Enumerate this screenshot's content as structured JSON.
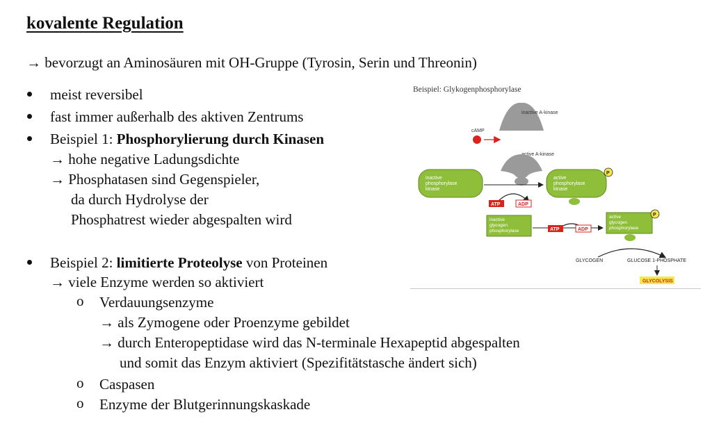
{
  "title": "kovalente Regulation",
  "intro": "→ bevorzugt an Aminosäuren mit OH-Gruppe (Tyrosin, Serin und Threonin)",
  "bullets": {
    "b1": "meist reversibel",
    "b2": "fast immer außerhalb des aktiven Zentrums",
    "b3_prefix": "Beispiel 1: ",
    "b3_bold": "Phosphorylierung durch Kinasen",
    "b3_sub1": "→ hohe negative Ladungsdichte",
    "b3_sub2": "→ Phosphatasen sind Gegenspieler,",
    "b3_sub3": "da durch Hydrolyse der",
    "b3_sub4": "Phosphatrest wieder abgespalten wird",
    "b4_prefix": "Beispiel 2: ",
    "b4_bold": "limitierte Proteolyse",
    "b4_suffix": " von Proteinen",
    "b4_sub1": "→ viele Enzyme werden so aktiviert"
  },
  "subitems": {
    "marker": "o",
    "s1": "Verdauungsenzyme",
    "s1_a": "→ als Zymogene oder Proenzyme gebildet",
    "s1_b": "→ durch Enteropeptidase wird das N-terminale Hexapeptid abgespalten",
    "s1_c": "und somit das Enzym aktiviert (Spezifitätstasche ändert sich)",
    "s2": "Caspasen",
    "s3": "Enzyme der Blutgerinnungskaskade"
  },
  "figure": {
    "caption": "Beispiel: Glykogenphosphorylase",
    "inactive_a_kinase": "inactive A-kinase",
    "camp": "cAMP",
    "active_a_kinase": "active A-kinase",
    "inactive_pk": [
      "inactive",
      "phosphorylase",
      "kinase"
    ],
    "active_pk": [
      "active",
      "phosphorylase",
      "kinase"
    ],
    "inactive_gp": [
      "inactive",
      "glycogen",
      "phosphorylase"
    ],
    "active_gp": [
      "active",
      "glycogen",
      "phosphorylase"
    ],
    "atp": "ATP",
    "adp": "ADP",
    "p": "P",
    "glycogen": "GLYCOGEN",
    "glucose1p": "GLUCOSE 1-PHOSPHATE",
    "glycolysis": "GLYCOLYSIS",
    "colors": {
      "green": "#8fbf3a",
      "green_dark": "#5e8a1e",
      "gray": "#9a9a9a",
      "red": "#d9231d",
      "yellow": "#f5e84a"
    }
  }
}
